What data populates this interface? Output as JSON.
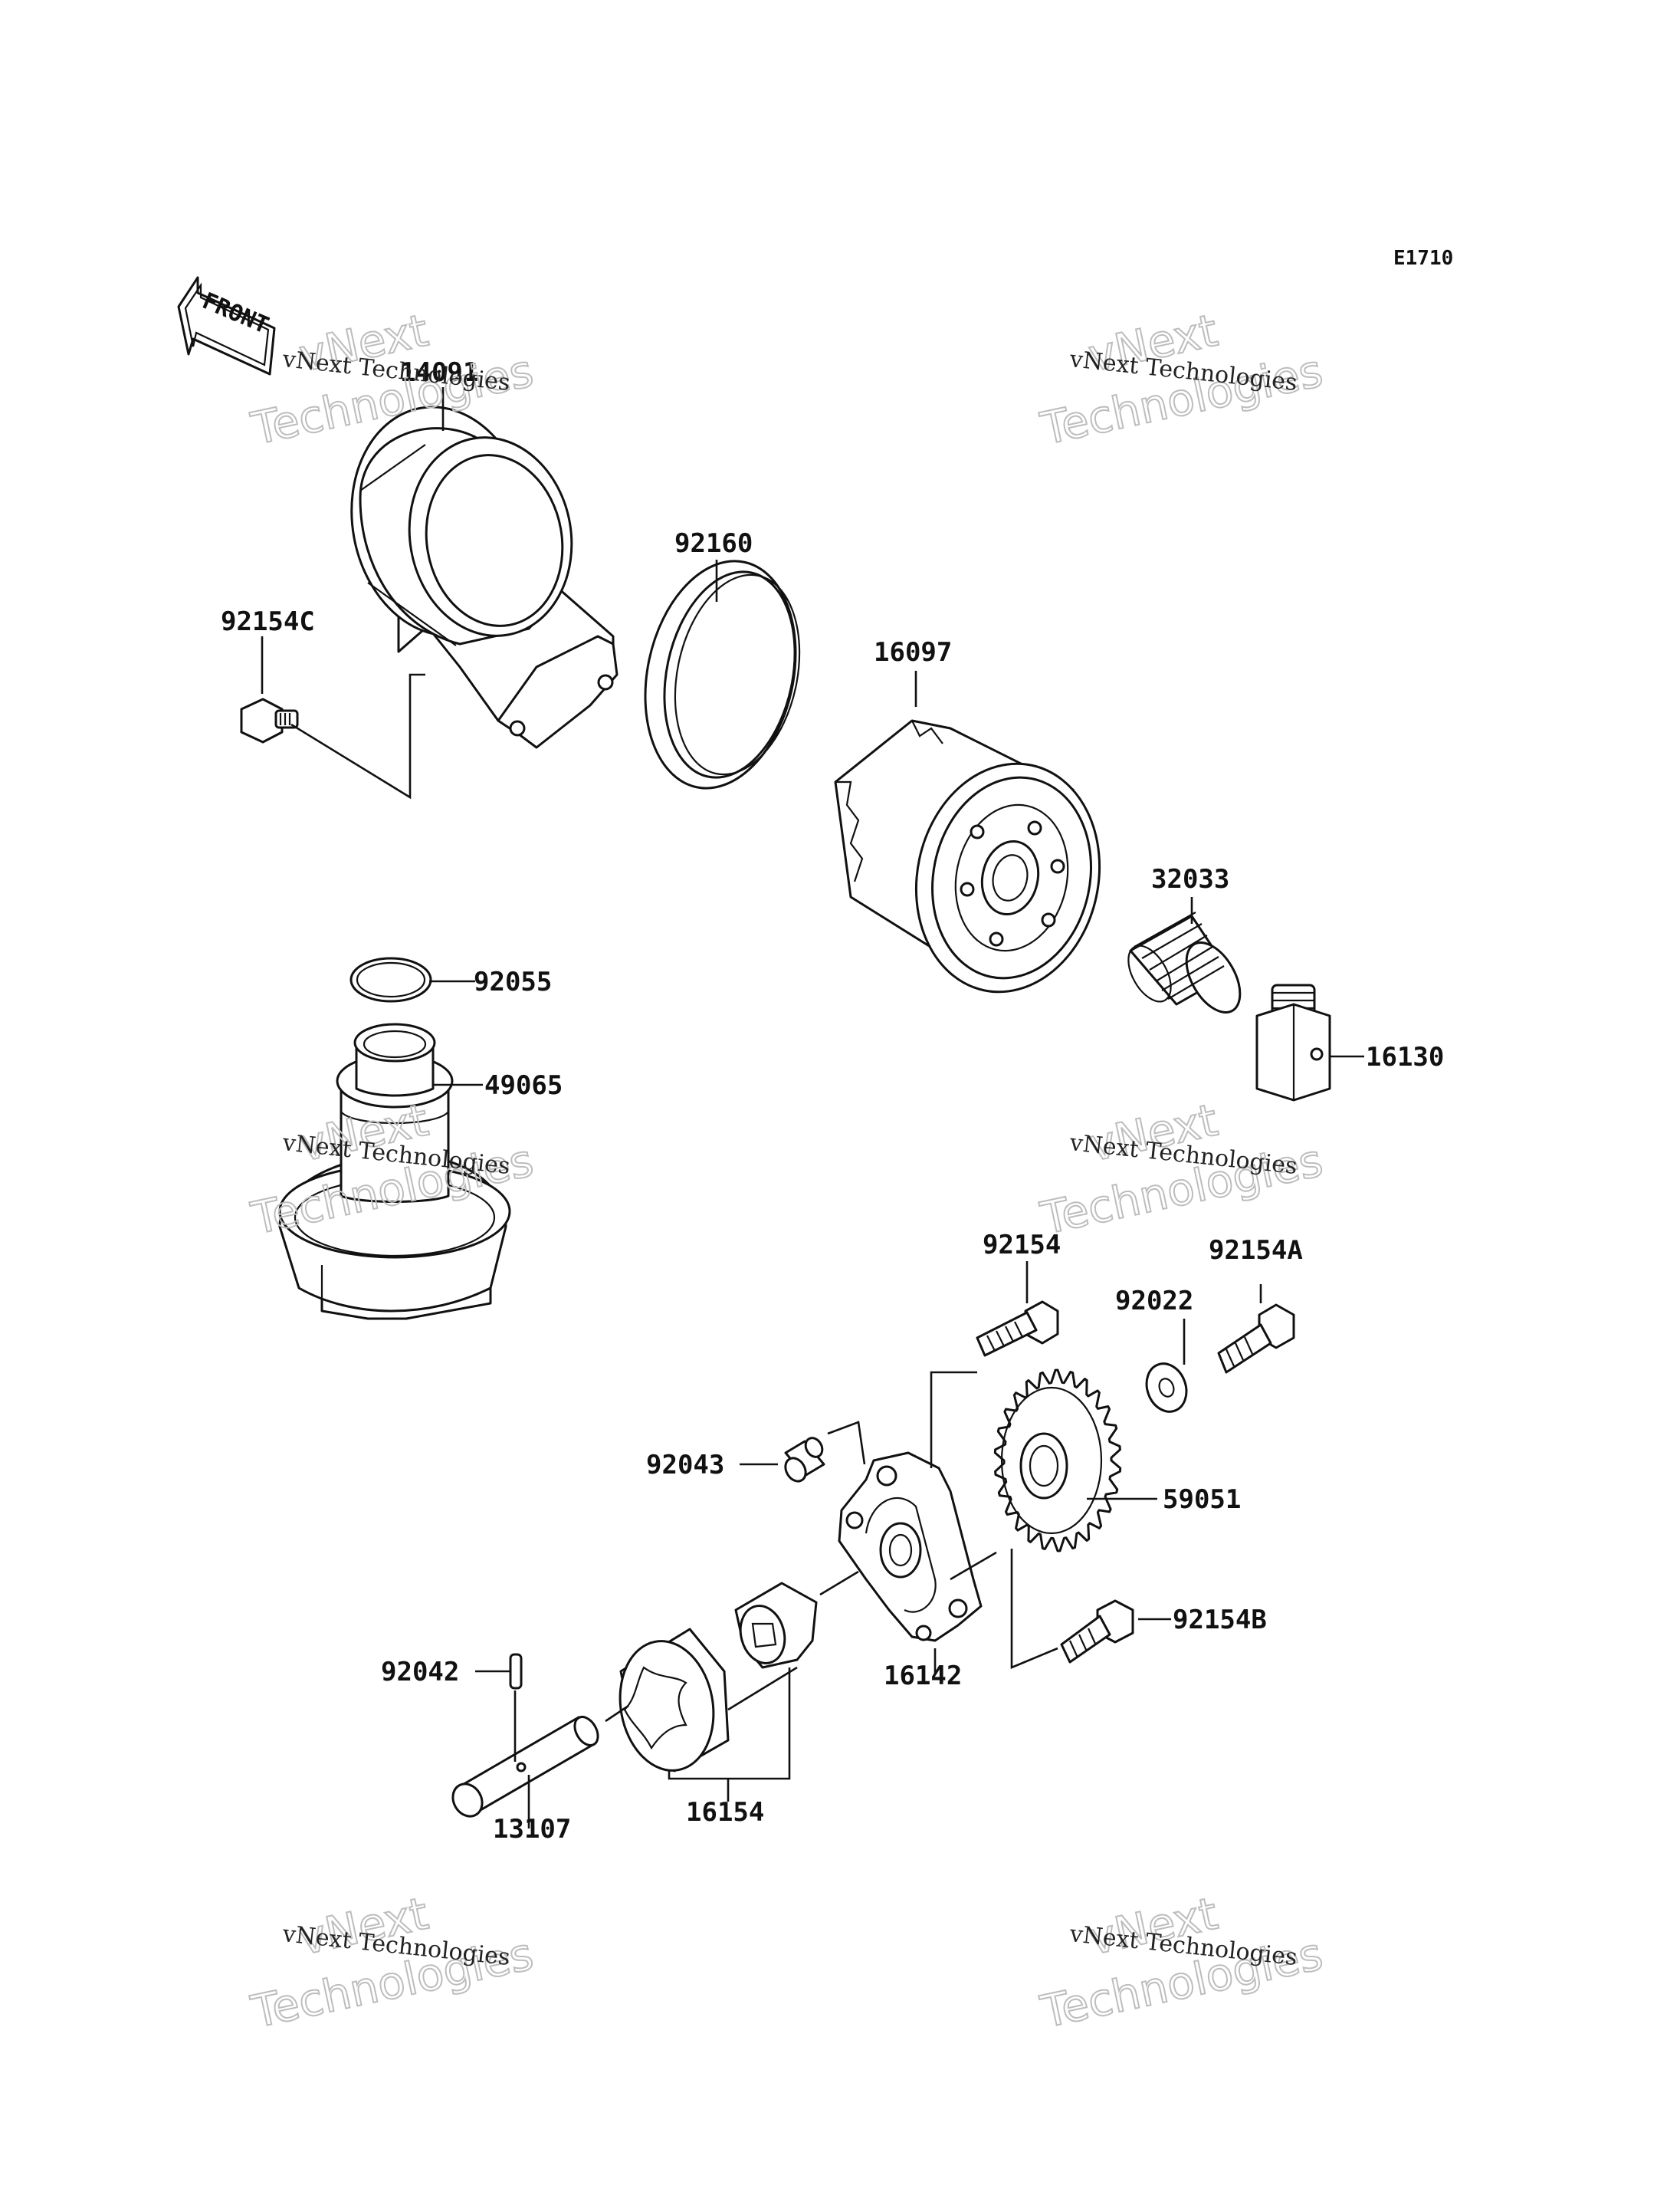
{
  "diagram_code": "E1710",
  "front_arrow_label": "FRONT",
  "watermark": {
    "company_line": "vNext Technologies",
    "outline_top": "vNext",
    "outline_bottom": "Technologies"
  },
  "parts": [
    {
      "id": "p14091",
      "number": "14091"
    },
    {
      "id": "p92160",
      "number": "92160"
    },
    {
      "id": "p92154C",
      "number": "92154C"
    },
    {
      "id": "p16097",
      "number": "16097"
    },
    {
      "id": "p32033",
      "number": "32033"
    },
    {
      "id": "p92055",
      "number": "92055"
    },
    {
      "id": "p49065",
      "number": "49065"
    },
    {
      "id": "p16130",
      "number": "16130"
    },
    {
      "id": "p92154",
      "number": "92154"
    },
    {
      "id": "p92154A",
      "number": "92154A"
    },
    {
      "id": "p92022",
      "number": "92022"
    },
    {
      "id": "p92043",
      "number": "92043"
    },
    {
      "id": "p59051",
      "number": "59051"
    },
    {
      "id": "p92154B",
      "number": "92154B"
    },
    {
      "id": "p16142",
      "number": "16142"
    },
    {
      "id": "p92042",
      "number": "92042"
    },
    {
      "id": "p16154",
      "number": "16154"
    },
    {
      "id": "p13107",
      "number": "13107"
    }
  ]
}
